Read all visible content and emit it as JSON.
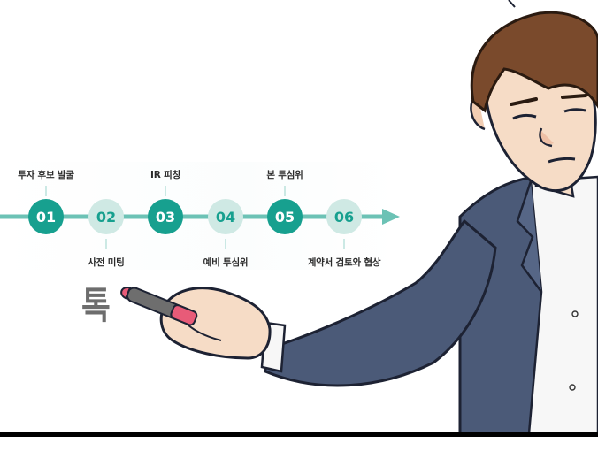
{
  "timeline": {
    "steps": [
      {
        "num": "01",
        "label": "투자 후보 발굴",
        "label_pos": "top",
        "style": "filled"
      },
      {
        "num": "02",
        "label": "사전 미팅",
        "label_pos": "bottom",
        "style": "light"
      },
      {
        "num": "03",
        "label": "IR 피칭",
        "label_pos": "top",
        "style": "filled"
      },
      {
        "num": "04",
        "label": "예비 투심위",
        "label_pos": "bottom",
        "style": "light"
      },
      {
        "num": "05",
        "label": "본 투심위",
        "label_pos": "top",
        "style": "filled"
      },
      {
        "num": "06",
        "label": "계약서 검토와 협상",
        "label_pos": "bottom",
        "style": "light"
      }
    ],
    "colors": {
      "filled": "#17a08f",
      "light": "#cfe9e4",
      "line": "#6cc2b5",
      "light_text": "#17a08f"
    }
  },
  "sfx": "톡",
  "character": {
    "suit_color": "#4b5a78",
    "hair_color": "#7a4a2c",
    "skin_color": "#f6dcc6",
    "icon": "man-pointing-with-marker"
  }
}
